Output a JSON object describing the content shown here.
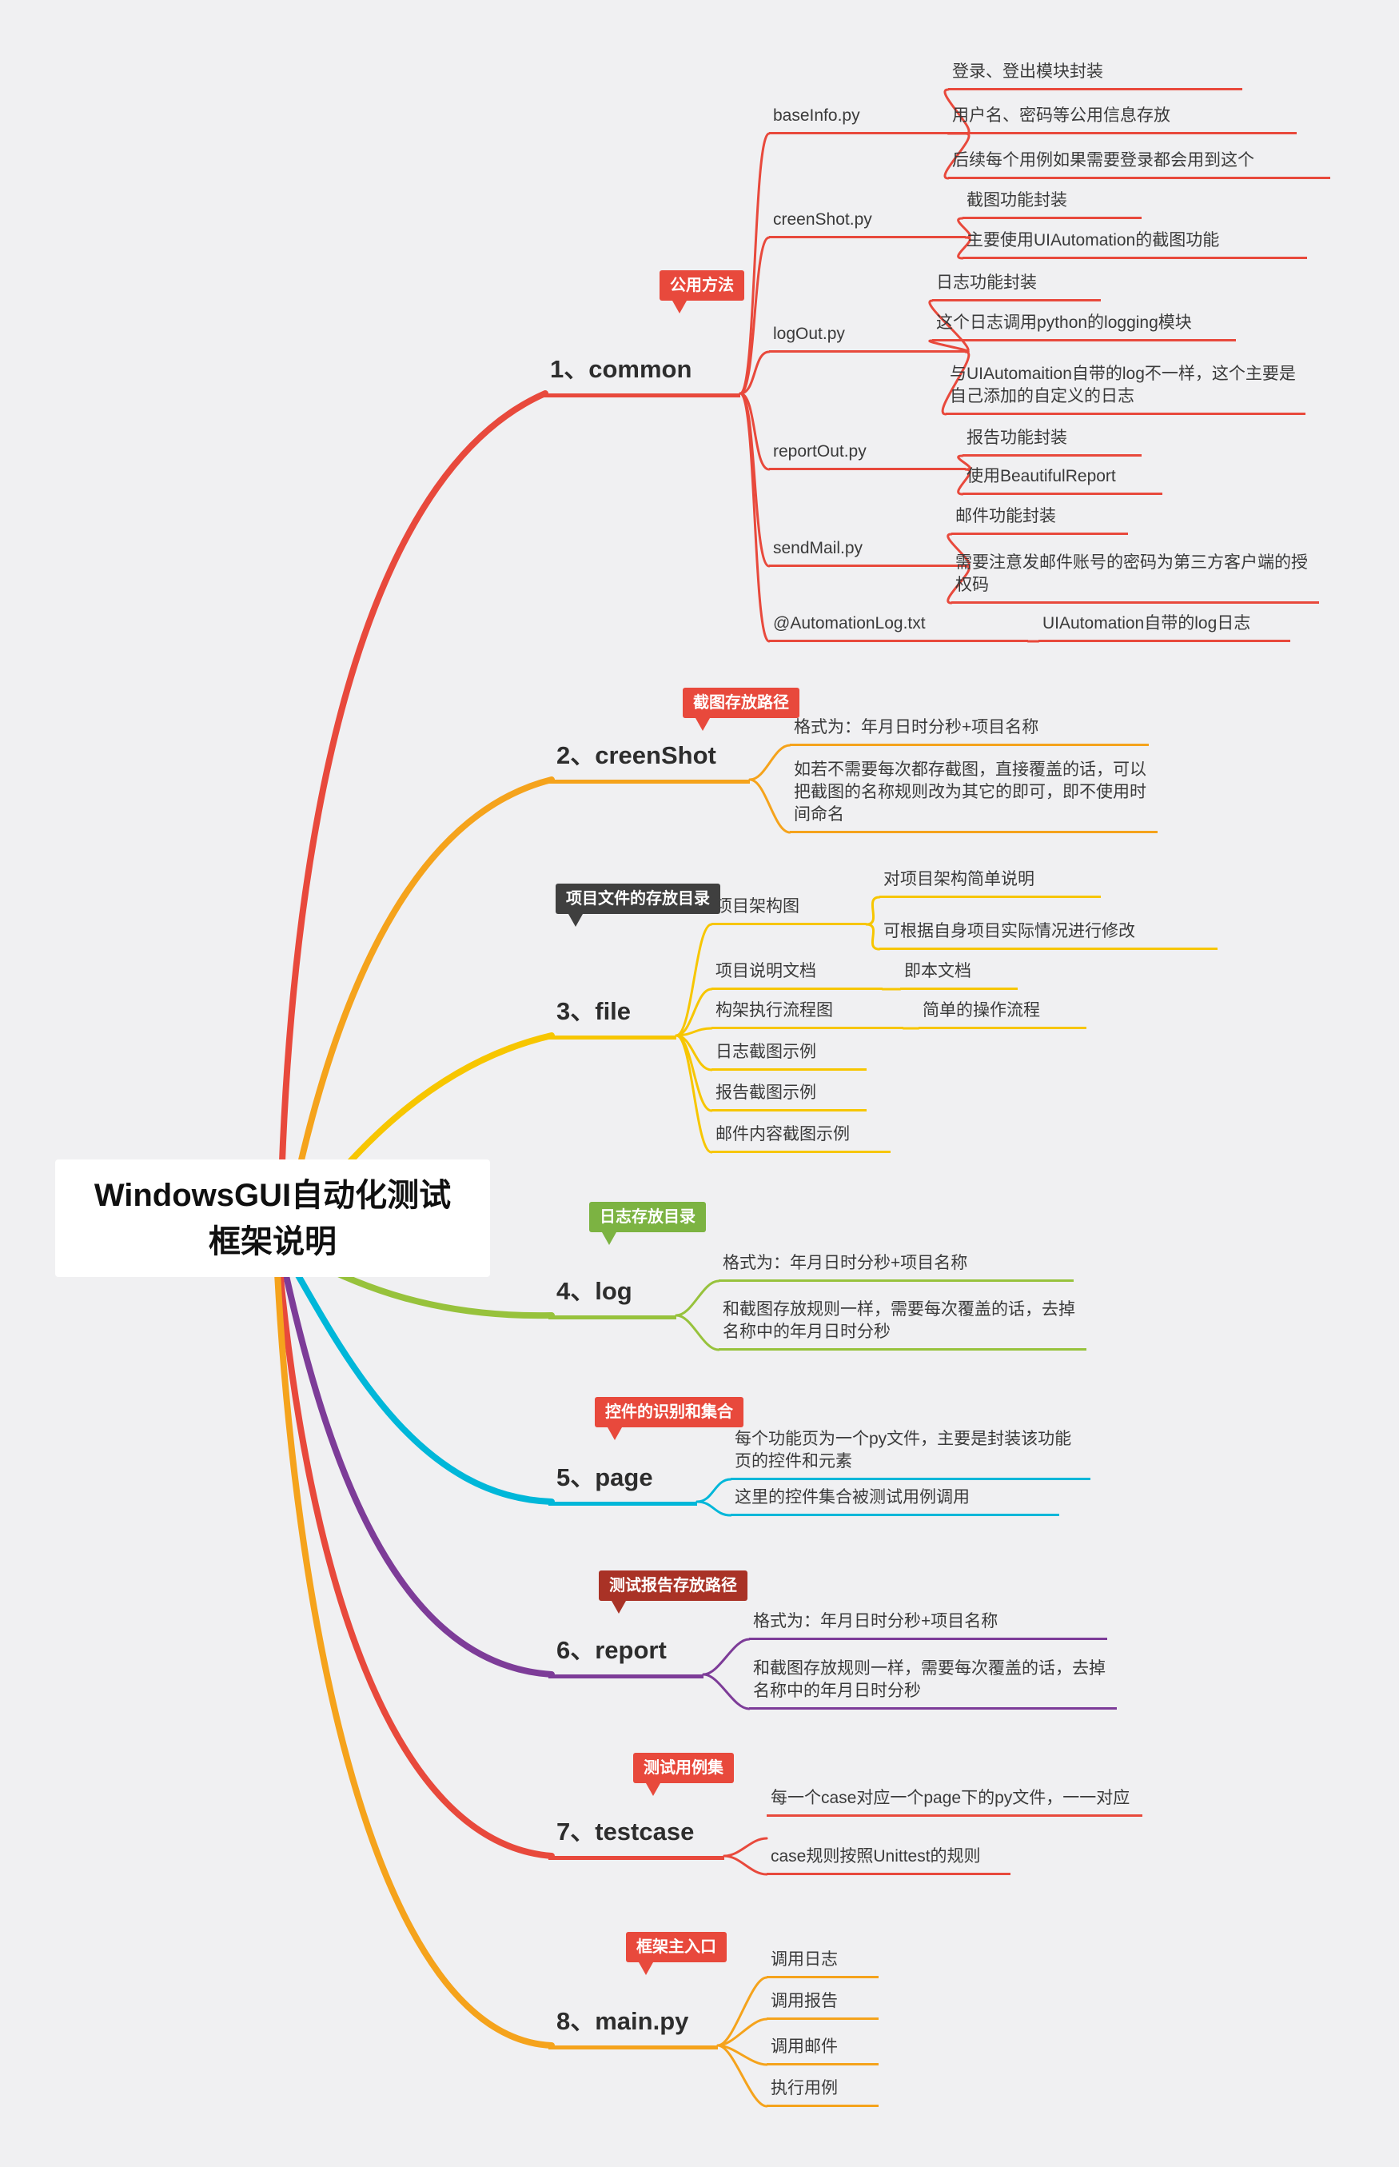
{
  "root_title": "WindowsGUI自动化测试框架说明",
  "colors": {
    "background": "#f0f0f2",
    "branch_common": "#e8493c",
    "branch_creenshot": "#f5a31c",
    "branch_file": "#f7c600",
    "branch_log": "#97c23c",
    "branch_page": "#00b7d9",
    "branch_report": "#7d3c98",
    "branch_testcase": "#e8493c",
    "branch_main": "#f5a31c",
    "badge_red": "#e8493c",
    "badge_dark": "#3f3f3f",
    "badge_green": "#7cb342",
    "badge_maroon": "#a93226"
  },
  "branches": [
    {
      "label": "1、common",
      "badge": "公用方法",
      "children": [
        {
          "label": "baseInfo.py",
          "children": [
            {
              "label": "登录、登出模块封装"
            },
            {
              "label": "用户名、密码等公用信息存放"
            },
            {
              "label": "后续每个用例如果需要登录都会用到这个"
            }
          ]
        },
        {
          "label": "creenShot.py",
          "children": [
            {
              "label": "截图功能封装"
            },
            {
              "label": "主要使用UIAutomation的截图功能"
            }
          ]
        },
        {
          "label": "logOut.py",
          "children": [
            {
              "label": "日志功能封装"
            },
            {
              "label": "这个日志调用python的logging模块"
            },
            {
              "label": "与UIAutomaition自带的log不一样，这个主要是自己添加的自定义的日志"
            }
          ]
        },
        {
          "label": "reportOut.py",
          "children": [
            {
              "label": "报告功能封装"
            },
            {
              "label": "使用BeautifulReport"
            }
          ]
        },
        {
          "label": "sendMail.py",
          "children": [
            {
              "label": "邮件功能封装"
            },
            {
              "label": "需要注意发邮件账号的密码为第三方客户端的授权码"
            }
          ]
        },
        {
          "label": "@AutomationLog.txt",
          "children": [
            {
              "label": "UIAutomation自带的log日志"
            }
          ]
        }
      ]
    },
    {
      "label": "2、creenShot",
      "badge": "截图存放路径",
      "children": [
        {
          "label": "格式为：年月日时分秒+项目名称"
        },
        {
          "label": "如若不需要每次都存截图，直接覆盖的话，可以把截图的名称规则改为其它的即可，即不使用时间命名"
        }
      ]
    },
    {
      "label": "3、file",
      "badge": "项目文件的存放目录",
      "children": [
        {
          "label": "项目架构图",
          "children": [
            {
              "label": "对项目架构简单说明"
            },
            {
              "label": "可根据自身项目实际情况进行修改"
            }
          ]
        },
        {
          "label": "项目说明文档",
          "children": [
            {
              "label": "即本文档"
            }
          ]
        },
        {
          "label": "构架执行流程图",
          "children": [
            {
              "label": "简单的操作流程"
            }
          ]
        },
        {
          "label": "日志截图示例"
        },
        {
          "label": "报告截图示例"
        },
        {
          "label": "邮件内容截图示例"
        }
      ]
    },
    {
      "label": "4、log",
      "badge": "日志存放目录",
      "children": [
        {
          "label": "格式为：年月日时分秒+项目名称"
        },
        {
          "label": "和截图存放规则一样，需要每次覆盖的话，去掉名称中的年月日时分秒"
        }
      ]
    },
    {
      "label": "5、page",
      "badge": "控件的识别和集合",
      "children": [
        {
          "label": "每个功能页为一个py文件，主要是封装该功能页的控件和元素"
        },
        {
          "label": "这里的控件集合被测试用例调用"
        }
      ]
    },
    {
      "label": "6、report",
      "badge": "测试报告存放路径",
      "children": [
        {
          "label": "格式为：年月日时分秒+项目名称"
        },
        {
          "label": "和截图存放规则一样，需要每次覆盖的话，去掉名称中的年月日时分秒"
        }
      ]
    },
    {
      "label": "7、testcase",
      "badge": "测试用例集",
      "children": [
        {
          "label": "每一个case对应一个page下的py文件，一一对应"
        },
        {
          "label": "case规则按照Unittest的规则"
        }
      ]
    },
    {
      "label": "8、main.py",
      "badge": "框架主入口",
      "children": [
        {
          "label": "调用日志"
        },
        {
          "label": "调用报告"
        },
        {
          "label": "调用邮件"
        },
        {
          "label": "执行用例"
        }
      ]
    }
  ]
}
